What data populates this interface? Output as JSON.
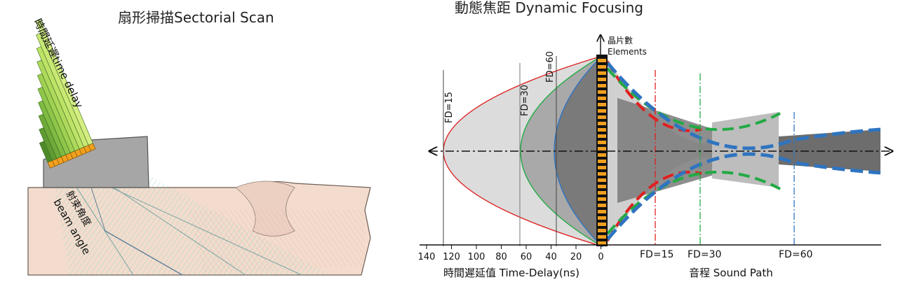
{
  "left": {
    "title": "扇形掃描Sectorial Scan",
    "time_delay_label": "時間延遲time delay",
    "beam_angle_label_zh": "射束角度",
    "beam_angle_label_en": "beam angle"
  },
  "right": {
    "title": "動態焦距 Dynamic Focusing",
    "elements_zh": "晶片數",
    "elements_en": "Elements",
    "fd_curve_labels": [
      "FD=15",
      "FD=30",
      "FD=60"
    ],
    "time_axis_ticks": [
      "140",
      "120",
      "100",
      "80",
      "60",
      "40",
      "20",
      "0"
    ],
    "time_axis_label": "時間遲延值 Time-Delay(ns)",
    "path_fd_labels": [
      "FD=15",
      "FD=30",
      "FD=60"
    ],
    "sound_path_label": "音程 Sound Path"
  },
  "colors": {
    "fd15": "#e02020",
    "fd30": "#22aa44",
    "fd60": "#2f74c0",
    "probe": "#f2a020",
    "wedge": "#a6a6a6",
    "part": "#f3dccd"
  }
}
